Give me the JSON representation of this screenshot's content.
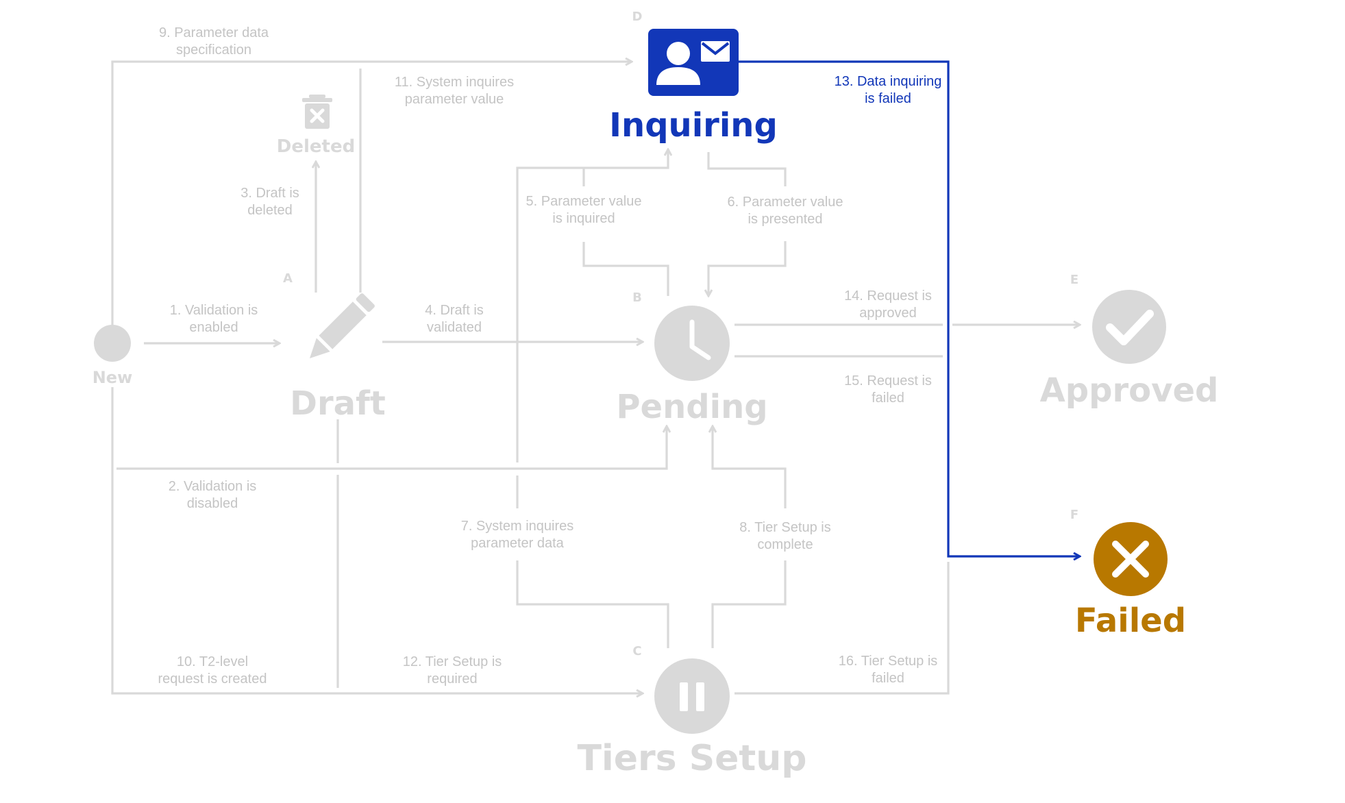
{
  "nodes": {
    "new": {
      "label": "New"
    },
    "draft": {
      "letter": "A",
      "label": "Draft"
    },
    "deleted": {
      "label": "Deleted"
    },
    "pending": {
      "letter": "B",
      "label": "Pending"
    },
    "tiers": {
      "letter": "C",
      "label": "Tiers Setup"
    },
    "inquiring": {
      "letter": "D",
      "label": "Inquiring"
    },
    "approved": {
      "letter": "E",
      "label": "Approved"
    },
    "failed": {
      "letter": "F",
      "label": "Failed"
    }
  },
  "edges": {
    "e1": [
      "1. Validation is",
      "enabled"
    ],
    "e2": [
      "2. Validation is",
      "disabled"
    ],
    "e3": [
      "3. Draft is",
      "deleted"
    ],
    "e4": [
      "4. Draft is",
      "validated"
    ],
    "e5": [
      "5. Parameter value",
      "is inquired"
    ],
    "e6": [
      "6. Parameter value",
      "is presented"
    ],
    "e7": [
      "7. System inquires",
      "parameter data"
    ],
    "e8": [
      "8. Tier Setup is",
      "complete"
    ],
    "e9": [
      "9. Parameter data",
      "specification"
    ],
    "e10": [
      "10. T2-level",
      "request is created"
    ],
    "e11": [
      "11. System inquires",
      "parameter value"
    ],
    "e12": [
      "12. Tier Setup is",
      "required"
    ],
    "e13": [
      "13. Data inquiring",
      "is failed"
    ],
    "e14": [
      "14. Request is",
      "approved"
    ],
    "e15": [
      "15. Request is",
      "failed"
    ],
    "e16": [
      "16. Tier Setup is",
      "failed"
    ]
  },
  "colors": {
    "inactive": "#d9d9d9",
    "inactive_text": "#c4c4c4",
    "active_blue": "#1237b8",
    "failed_gold": "#b87800"
  },
  "icons": {
    "new": "circle-icon",
    "draft": "pencil-icon",
    "deleted": "trash-icon",
    "pending": "clock-icon",
    "tiers": "pause-icon",
    "inquiring": "contact-card-icon",
    "approved": "checkmark-icon",
    "failed": "x-icon"
  }
}
